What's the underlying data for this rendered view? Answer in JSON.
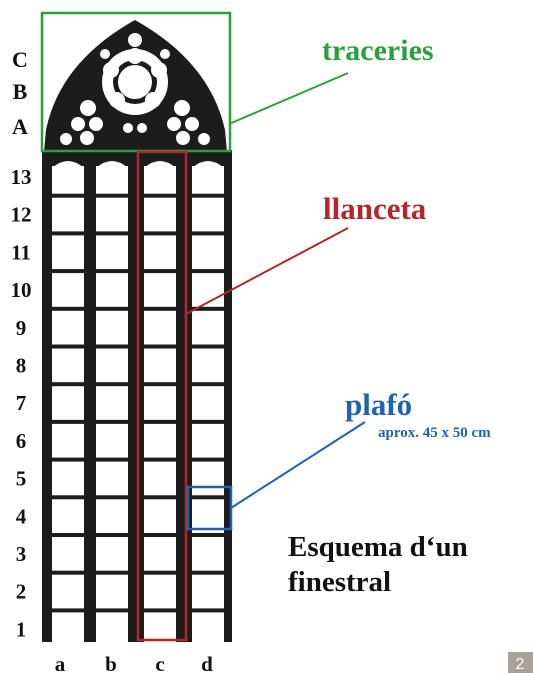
{
  "diagram": {
    "row_labels": [
      "1",
      "2",
      "3",
      "4",
      "5",
      "6",
      "7",
      "8",
      "9",
      "10",
      "11",
      "12",
      "13"
    ],
    "tracery_labels": [
      "A",
      "B",
      "C"
    ],
    "column_labels": [
      "a",
      "b",
      "c",
      "d"
    ],
    "callouts": {
      "traceries": {
        "label": "traceries",
        "color": "#2aa03c"
      },
      "llanceta": {
        "label": "llanceta",
        "color": "#b3262b"
      },
      "plafo": {
        "label": "plafó",
        "note": "aprox. 45 x 50 cm",
        "color": "#1f63b0"
      }
    },
    "caption": [
      "Esquema d‘un",
      "finestral"
    ],
    "page_number": "2",
    "colors": {
      "stone": "#1c1c1c",
      "glass": "#ffffff",
      "badge": "#a8a29c"
    }
  }
}
